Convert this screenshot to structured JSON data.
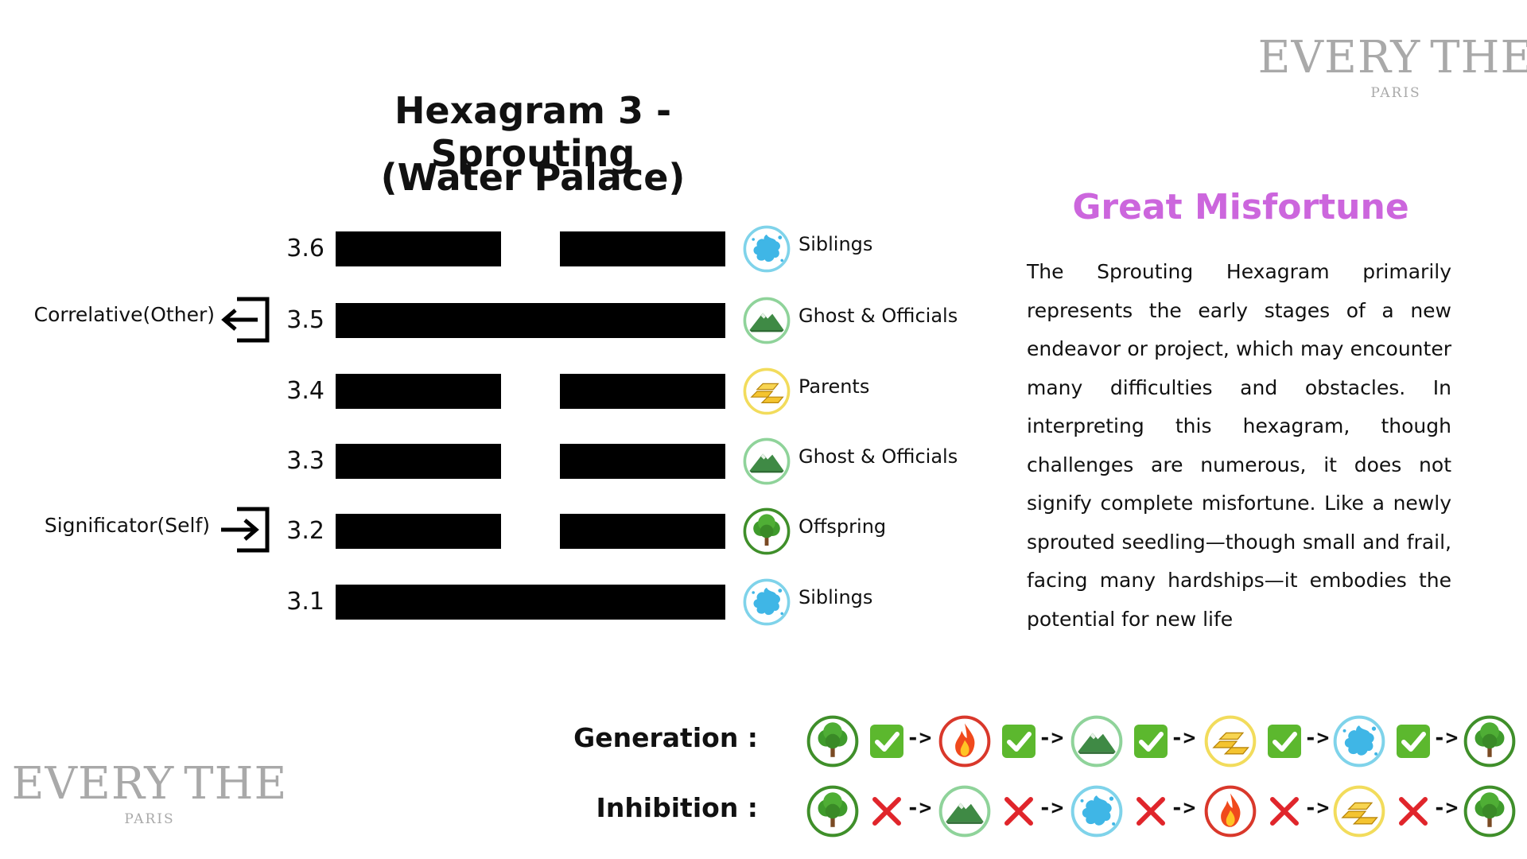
{
  "brand": {
    "word_left": "EVERY",
    "word_right": "THE",
    "sub": "PARIS"
  },
  "title": {
    "line1": "Hexagram 3 - Sprouting",
    "line2": "(Water Palace)"
  },
  "lines": [
    {
      "label": "3.6",
      "type": "yin",
      "relation": "Siblings",
      "element": "water"
    },
    {
      "label": "3.5",
      "type": "yang",
      "relation": "Ghost & Officials",
      "element": "earth"
    },
    {
      "label": "3.4",
      "type": "yin",
      "relation": "Parents",
      "element": "metal"
    },
    {
      "label": "3.3",
      "type": "yin",
      "relation": "Ghost & Officials",
      "element": "earth"
    },
    {
      "label": "3.2",
      "type": "yin",
      "relation": "Offspring",
      "element": "wood"
    },
    {
      "label": "3.1",
      "type": "yang",
      "relation": "Siblings",
      "element": "water"
    }
  ],
  "markers": {
    "correlative": "Correlative(Other)",
    "significator": "Significator(Self)"
  },
  "verdict": "Great Misfortune",
  "description": "The Sprouting Hexagram primarily represents the early stages of a new endeavor or project, which may encounter many difficulties and obstacles. In interpreting this hexagram, though challenges are numerous, it does not signify complete misfortune. Like a newly sprouted seedling—though small and frail, facing many hardships—it embodies the potential for new life",
  "cycles": {
    "generation": {
      "label": "Generation :",
      "sequence": [
        "wood",
        "fire",
        "earth",
        "metal",
        "water",
        "wood"
      ],
      "separator": "->"
    },
    "inhibition": {
      "label": "Inhibition :",
      "sequence": [
        "wood",
        "earth",
        "water",
        "fire",
        "metal",
        "wood"
      ],
      "separator": "->"
    }
  },
  "colors": {
    "verdict": "#cc66dd",
    "wood_ring": "#3f8f2a",
    "fire_ring": "#d9382b",
    "earth_ring": "#8fd39a",
    "metal_ring": "#f2dc5c",
    "water_ring": "#7fd3ea",
    "check_bg": "#5cb82e",
    "cross": "#e0252b"
  },
  "icons": {
    "wood": "tree-icon",
    "fire": "flame-icon",
    "earth": "mountain-icon",
    "metal": "gold-bars-icon",
    "water": "water-splash-icon",
    "check": "check-icon",
    "cross": "cross-icon",
    "exit": "exit-arrow-icon",
    "enter": "enter-arrow-icon"
  }
}
